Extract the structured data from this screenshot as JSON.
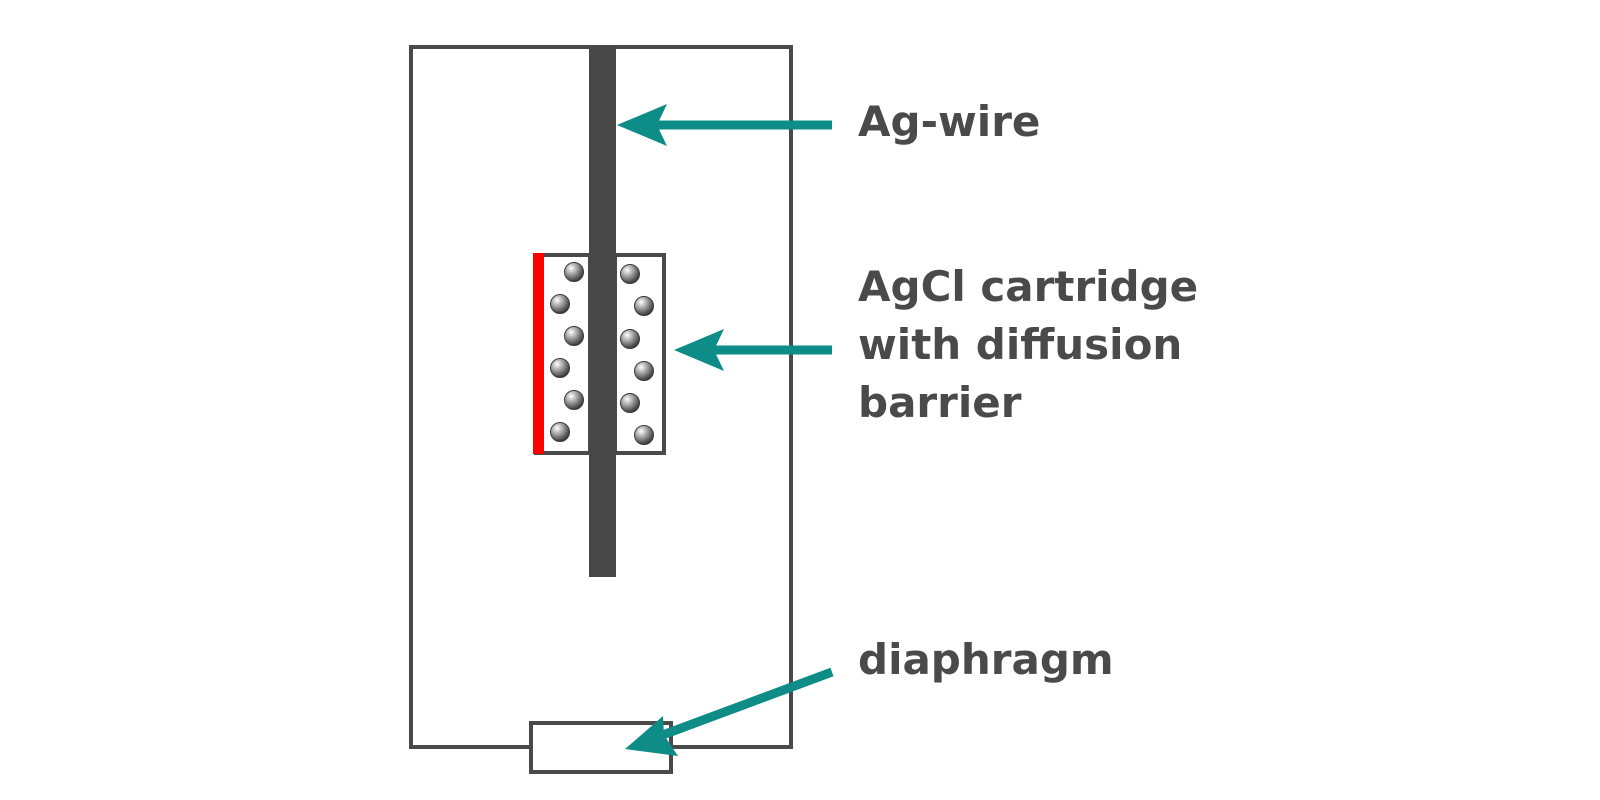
{
  "labels": {
    "ag_wire": "Ag-wire",
    "cartridge_lines": [
      "AgCl cartridge",
      "with diffusion",
      "barrier"
    ],
    "diaphragm": "diaphragm"
  },
  "colors": {
    "outline": "#4a4a4a",
    "wire": "#474747",
    "arrow": "#0e8c87",
    "barrier": "#ff0000",
    "text": "#4a4a4a"
  },
  "icons": {
    "particles": "agcl-particle-icon",
    "arrows": "arrow-icon"
  }
}
